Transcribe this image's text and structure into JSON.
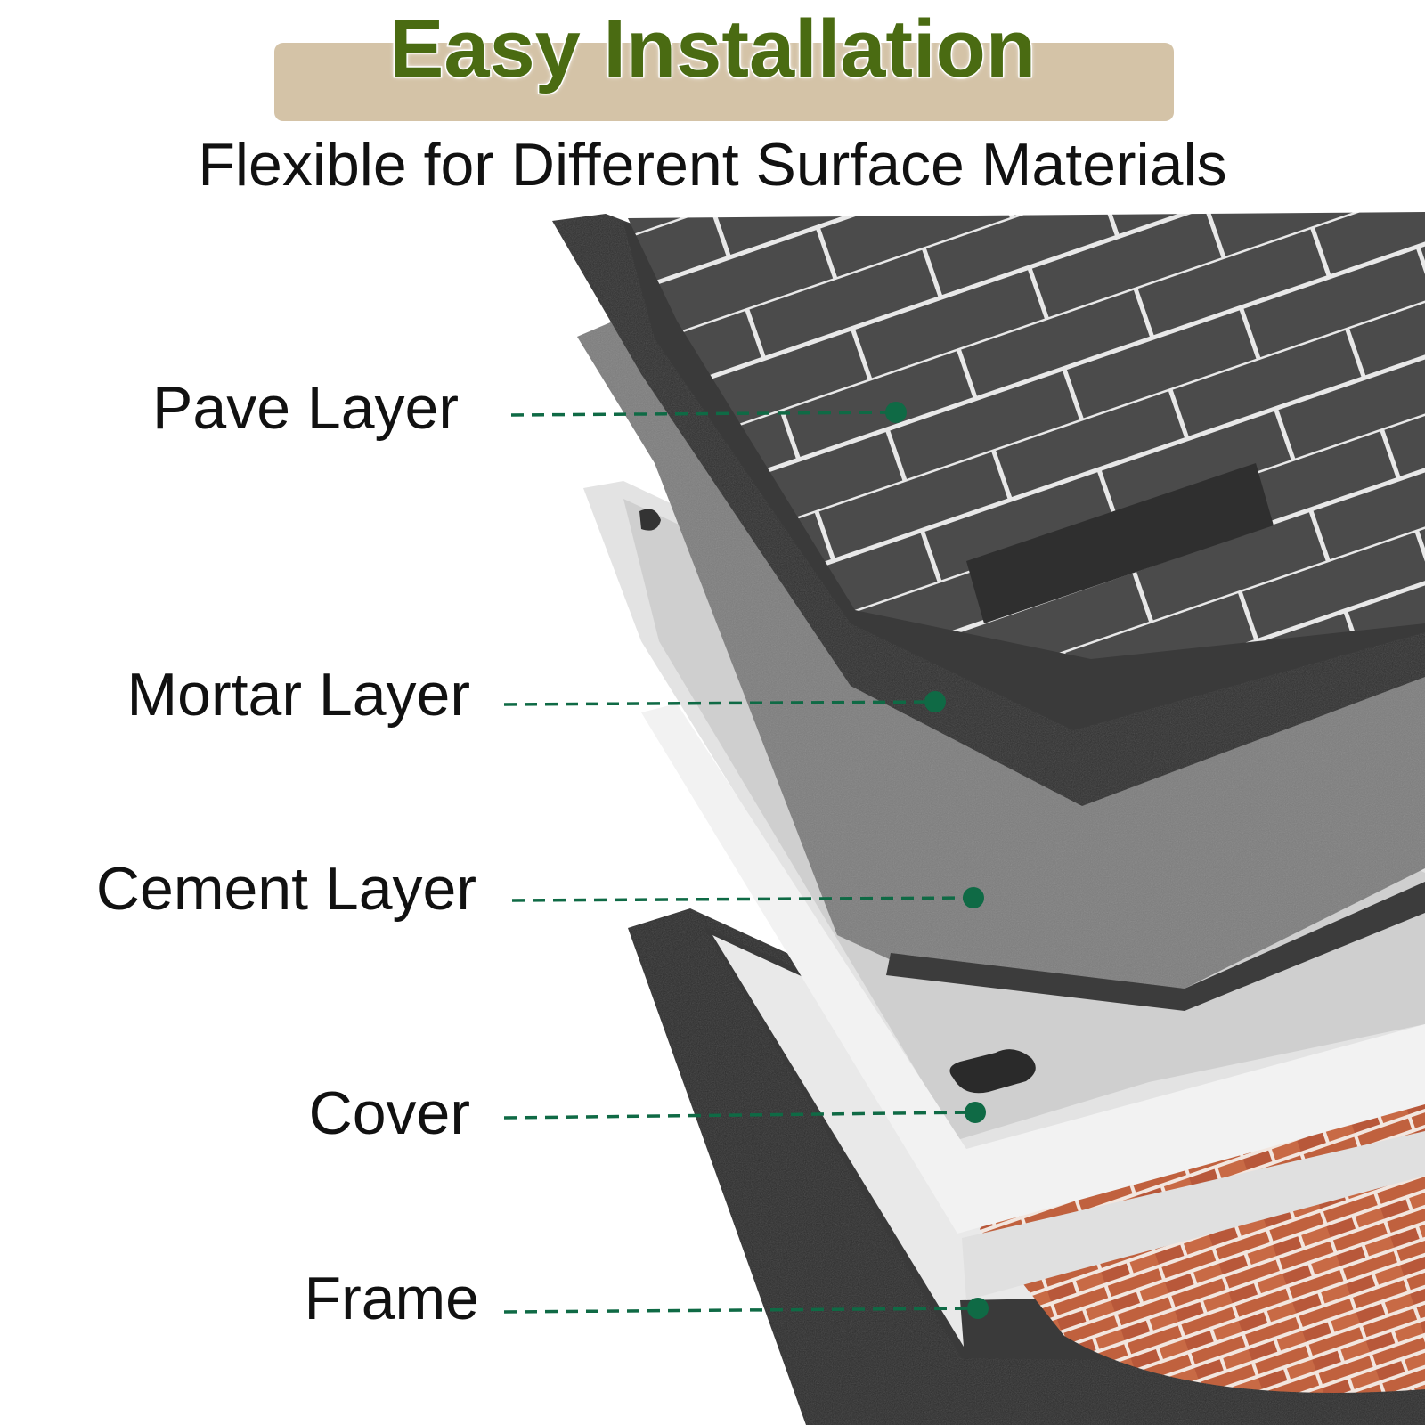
{
  "header": {
    "title": "Easy Installation",
    "subtitle": "Flexible for Different Surface Materials"
  },
  "layers": [
    {
      "label": "Pave Layer"
    },
    {
      "label": "Mortar Layer"
    },
    {
      "label": "Cement Layer"
    },
    {
      "label": "Cover"
    },
    {
      "label": "Frame"
    }
  ],
  "colors": {
    "title": "#4a6b12",
    "banner": "#d4c3a7",
    "leader": "#0f6a45",
    "pave": "#4a4a4a",
    "pave_edge": "#2a2a2a",
    "mortar": "#7c7c7c",
    "cover": "#e6e6e6",
    "frame": "#2b2b2b",
    "brick": "#c0613e"
  }
}
